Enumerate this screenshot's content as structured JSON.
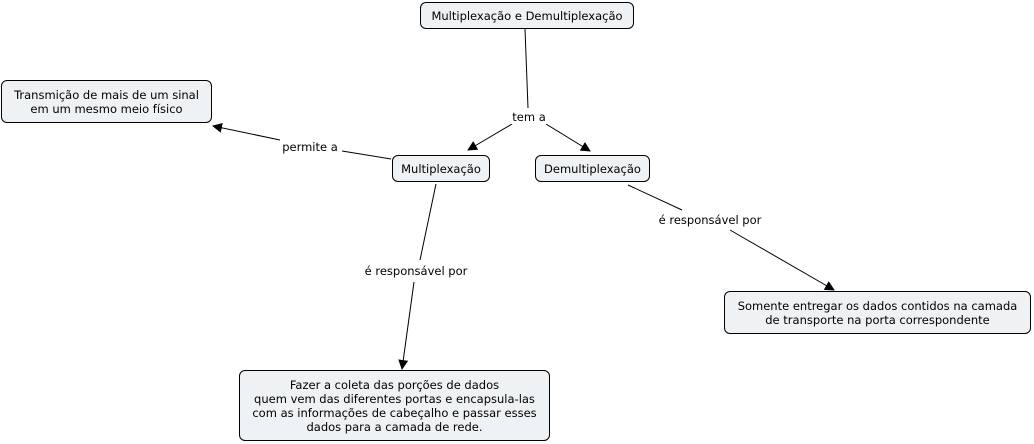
{
  "concepts": {
    "root": "Multiplexação e Demultiplexação",
    "transmissao": "Transmição de mais de um sinal\nem um mesmo meio físico",
    "multiplexacao": "Multiplexação",
    "demultiplexacao": "Demultiplexação",
    "fazer": "Fazer a coleta das porções de dados\nquem vem das diferentes portas e encapsula-las\ncom as informações de cabeçalho e passar esses\ndados para a camada de rede.",
    "somente": "Somente entregar os dados contidos na camada\nde transporte na porta correspondente"
  },
  "links": {
    "tem_a": "tem a",
    "permite_a": "permite a",
    "mux_responsavel": "é responsável por",
    "demux_responsavel": "é responsável por"
  }
}
